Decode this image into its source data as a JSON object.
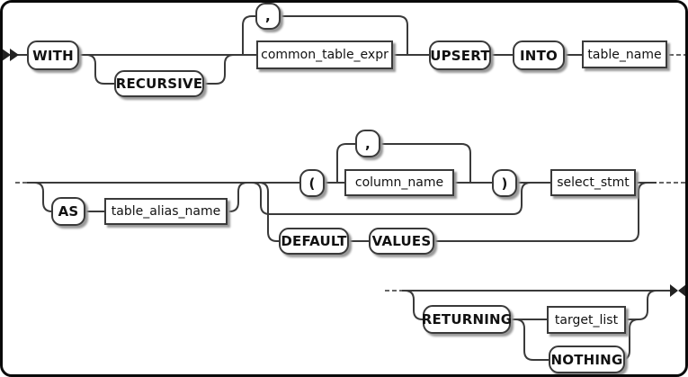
{
  "diagram": {
    "kind": "railroad-syntax-diagram",
    "markers": {
      "start": "double-arrow-right",
      "end": "bowtie"
    }
  },
  "colors": {
    "background": "#ffffff",
    "rail": "#3a3a3a",
    "rail_dashed": "#666666",
    "box_fill": "#ffffff",
    "box_border": "#3a3a3a",
    "shadow": "#999999",
    "text": "#111111"
  },
  "nodes": {
    "with": {
      "label": "WITH",
      "type": "keyword"
    },
    "recursive": {
      "label": "RECURSIVE",
      "type": "keyword"
    },
    "comma_cte": {
      "label": ",",
      "type": "keyword"
    },
    "common_table_expr": {
      "label": "common_table_expr",
      "type": "nonterminal"
    },
    "upsert": {
      "label": "UPSERT",
      "type": "keyword"
    },
    "into": {
      "label": "INTO",
      "type": "keyword"
    },
    "table_name": {
      "label": "table_name",
      "type": "nonterminal"
    },
    "as": {
      "label": "AS",
      "type": "keyword"
    },
    "table_alias_name": {
      "label": "table_alias_name",
      "type": "nonterminal"
    },
    "open_paren": {
      "label": "(",
      "type": "keyword"
    },
    "comma_col": {
      "label": ",",
      "type": "keyword"
    },
    "column_name": {
      "label": "column_name",
      "type": "nonterminal"
    },
    "close_paren": {
      "label": ")",
      "type": "keyword"
    },
    "select_stmt": {
      "label": "select_stmt",
      "type": "nonterminal"
    },
    "default": {
      "label": "DEFAULT",
      "type": "keyword"
    },
    "values": {
      "label": "VALUES",
      "type": "keyword"
    },
    "returning": {
      "label": "RETURNING",
      "type": "keyword"
    },
    "target_list": {
      "label": "target_list",
      "type": "nonterminal"
    },
    "nothing": {
      "label": "NOTHING",
      "type": "keyword"
    }
  }
}
